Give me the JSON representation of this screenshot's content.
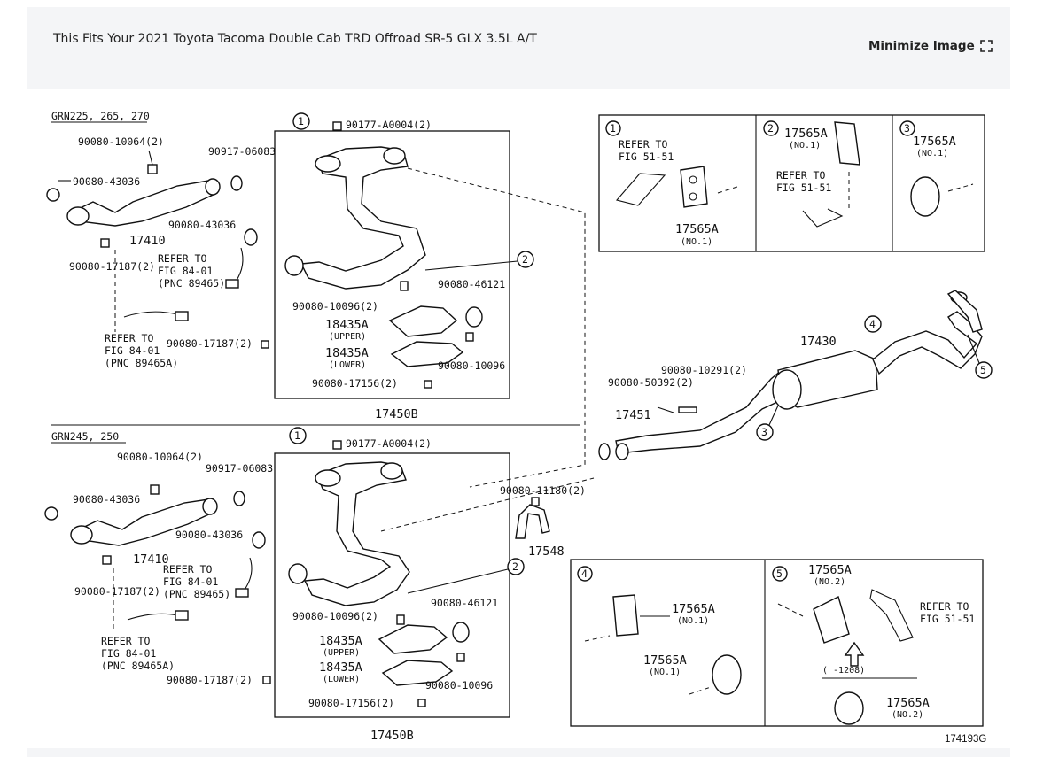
{
  "header": {
    "title": "This Fits Your 2021 Toyota Tacoma Double Cab TRD Offroad SR-5 GLX 3.5L A/T",
    "minimize_label": "Minimize Image",
    "minimize_icon": "expand-corners-icon"
  },
  "diagram": {
    "figure_id": "174193G",
    "sections": {
      "top": "GRN225, 265, 270",
      "bottom": "GRN245, 250"
    },
    "callouts": [
      "1",
      "2",
      "3",
      "4",
      "5"
    ],
    "parts": {
      "p17410": "17410",
      "p17450b": "17450B",
      "p17430": "17430",
      "p17451": "17451",
      "p17548": "17548",
      "p17565a": "17565A",
      "p18435a": "18435A",
      "p90080_10064": "90080-10064(2)",
      "p90917_06083": "90917-06083",
      "p90080_43036": "90080-43036",
      "p90080_17187": "90080-17187(2)",
      "p90177": "90177-A0004(2)",
      "p90080_46121": "90080-46121",
      "p90080_10096_2": "90080-10096(2)",
      "p90080_10096": "90080-10096",
      "p90080_17156": "90080-17156(2)",
      "p90080_10291": "90080-10291(2)",
      "p90080_50392": "90080-50392(2)",
      "p90080_11180": "90080-11180(2)"
    },
    "notes": {
      "upper": "(UPPER)",
      "lower": "(LOWER)",
      "no1": "(NO.1)",
      "no2": "(NO.2)",
      "refer_to": "REFER TO",
      "fig_84": "FIG 84-01",
      "pnc_short": "(PNC 89465)",
      "pnc_long": "(PNC 89465A)",
      "fig_51": "FIG 51-51",
      "date_range": "(    -1208)"
    }
  }
}
